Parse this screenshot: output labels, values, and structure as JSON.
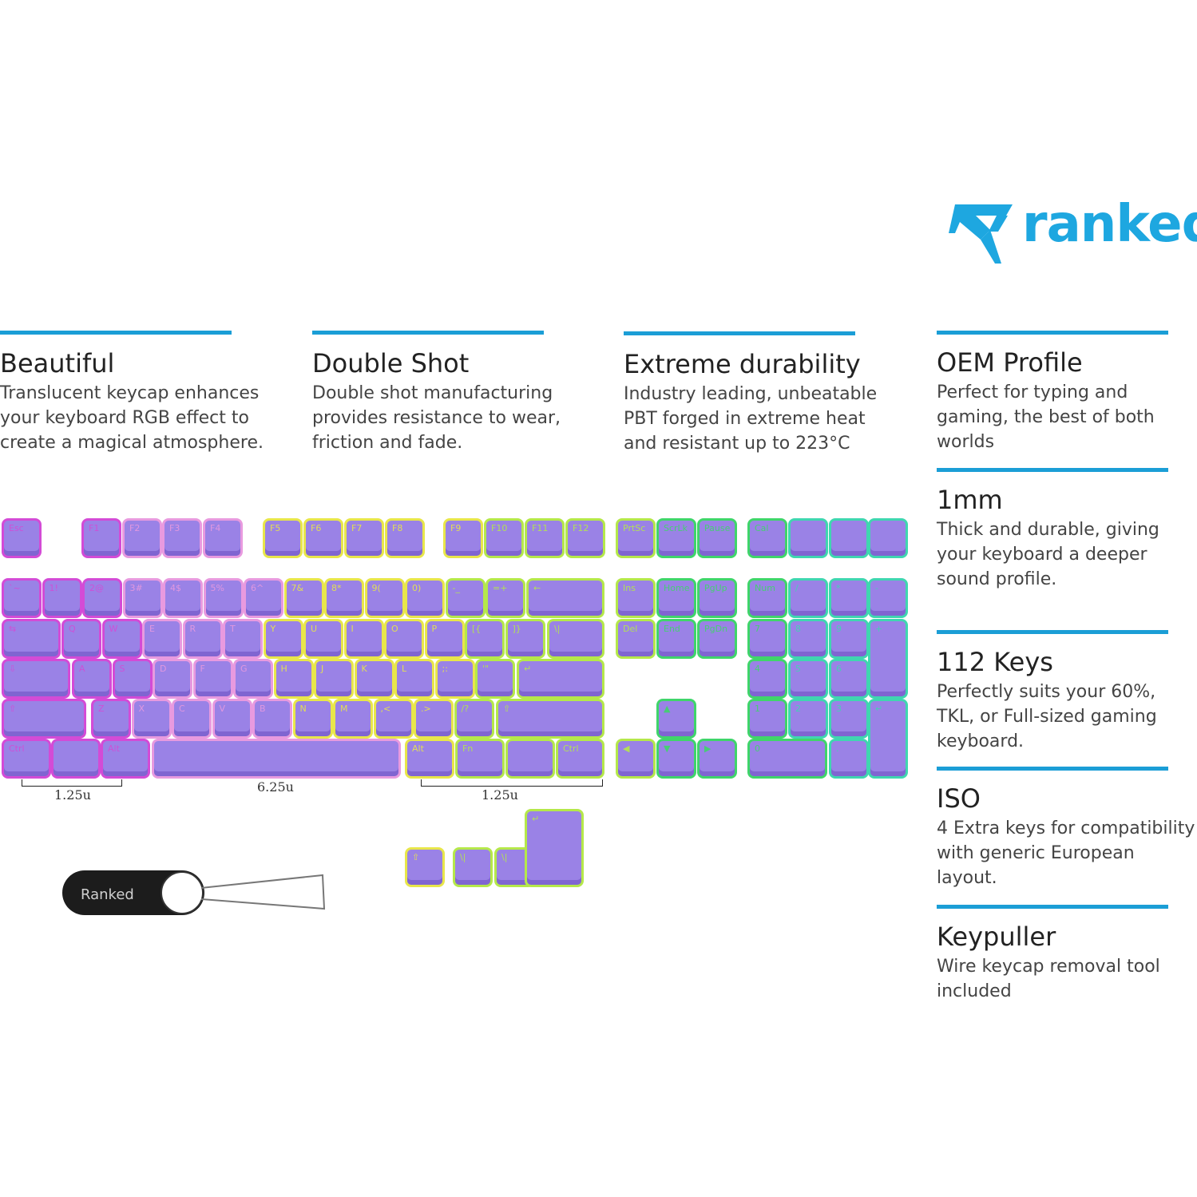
{
  "brand": {
    "name": "ranked",
    "color": "#1ea7e0",
    "icon": "ranked-r-logo"
  },
  "accent_color": "#1b9ed6",
  "features_top": [
    {
      "title": "Beautiful",
      "text": "Translucent keycap enhances your keyboard RGB effect to create a magical atmosphere."
    },
    {
      "title": "Double Shot",
      "text": "Double shot manufacturing provides resistance to wear, friction and fade."
    },
    {
      "title": "Extreme durability",
      "text": "Industry leading, unbeatable PBT forged in extreme heat and resistant up to 223°C"
    }
  ],
  "features_side": [
    {
      "title": "OEM Profile",
      "text": "Perfect for typing and gaming, the best of both worlds"
    },
    {
      "title": "1mm",
      "text": "Thick and durable, giving your keyboard a deeper sound profile."
    },
    {
      "title": "112 Keys",
      "text": "Perfectly suits your 60%, TKL, or Full-sized gaming keyboard."
    },
    {
      "title": "ISO",
      "text": "4 Extra keys for compatibility with generic European layout."
    },
    {
      "title": "Keypuller",
      "text": "Wire keycap removal tool included"
    }
  ],
  "size_labels": {
    "left": "1.25u",
    "space": "6.25u",
    "right": "1.25u"
  },
  "keypuller_label": "Ranked",
  "keycap_color": "#9a82e6"
}
